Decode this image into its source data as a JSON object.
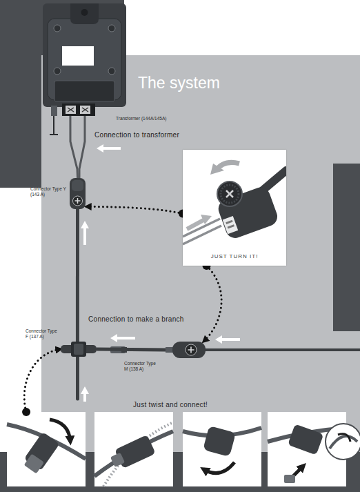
{
  "diagram": {
    "title": "The system",
    "nodes": [
      {
        "text": [
          "Transformer (144A/145A)"
        ]
      },
      {
        "text": [
          "Connector Type Y (143 A)"
        ]
      },
      {
        "text": [
          "JUST TURN IT!"
        ]
      },
      {
        "text": [
          "Connector Type F (137 A)"
        ]
      },
      {
        "text": [
          "Connector Type M (138 A)"
        ]
      },
      {
        "text": [
          "Just twist and connect!"
        ]
      }
    ],
    "edges": [
      {
        "from": 0,
        "to": 1,
        "label": "Connection to transformer",
        "arrow": "none"
      },
      {
        "from": 1,
        "to": 3,
        "arrow": "none"
      },
      {
        "from": 4,
        "to": 3,
        "label": "Connection to make a branch",
        "arrow": "none"
      },
      {
        "from": 2,
        "to": 1,
        "arrow": "to"
      },
      {
        "from": 2,
        "to": 4,
        "arrow": "to"
      },
      {
        "from": 5,
        "to": 3,
        "arrow": "to"
      }
    ]
  }
}
